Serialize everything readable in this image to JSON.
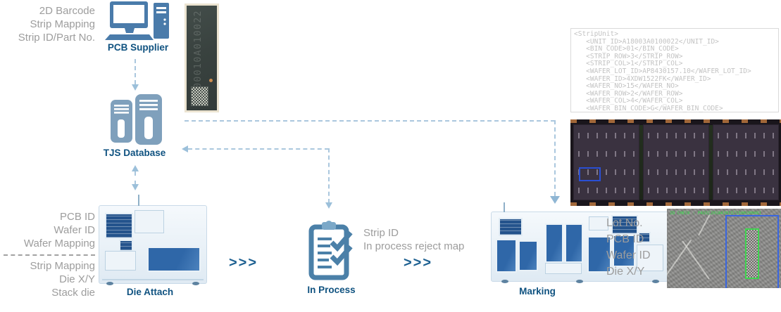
{
  "nodes": {
    "pcb_supplier": "PCB Supplier",
    "tjs_database": "TJS Database",
    "die_attach": "Die Attach",
    "in_process": "In Process",
    "marking": "Marking"
  },
  "annotations": {
    "pcb_supplier_inputs": [
      "2D Barcode",
      "Strip Mapping",
      "Strip ID/Part No."
    ],
    "die_attach_upper": [
      "PCB ID",
      "Wafer ID",
      "Wafer Mapping"
    ],
    "die_attach_lower": [
      "Strip Mapping",
      "Die X/Y",
      "Stack die"
    ],
    "in_process_outputs": [
      "Strip ID",
      "In process reject map"
    ],
    "marking_outputs": [
      "Lot No.",
      "PCB ID",
      "Wafer ID",
      "Die X/Y"
    ]
  },
  "flow": {
    "chevron": ">>>"
  },
  "xml_snippet": {
    "lines": [
      "<StripUnit>",
      "   <UNIT_ID>A18003A0100022</UNIT_ID>",
      "   <BIN_CODE>01</BIN_CODE>",
      "   <STRIP_ROW>3</STRIP_ROW>",
      "   <STRIP_COL>1</STRIP_COL>",
      "   <WAFER_LOT_ID>AP8430157.10</WAFER_LOT_ID>",
      "   <WAFER_ID>4XDW1522FK</WAFER_ID>",
      "   <WAFER_NO>15</WAFER_NO>",
      "   <WAFER_ROW>2</WAFER_ROW>",
      "   <WAFER_COL>4</WAFER_COL>",
      "   <WAFER_BIN_CODE>G</WAFER_BIN_CODE>"
    ]
  },
  "strip_photo": {
    "etched_text": "2000010A010022"
  },
  "check_photo": {
    "status_text": "2D CHECK : PASS[2018430157150020048]"
  },
  "colors": {
    "icon_blue": "#4a7baa",
    "server_blue": "#7fa0bc",
    "label_blue": "#0f5280",
    "chevron_blue": "#1d6091",
    "dash_blue": "#aac7de",
    "gray_text": "#9d9d9d",
    "xml_gray": "#c3c3c3",
    "highlight_box_blue": "#2a4fd4",
    "pass_green": "#35e04a"
  }
}
